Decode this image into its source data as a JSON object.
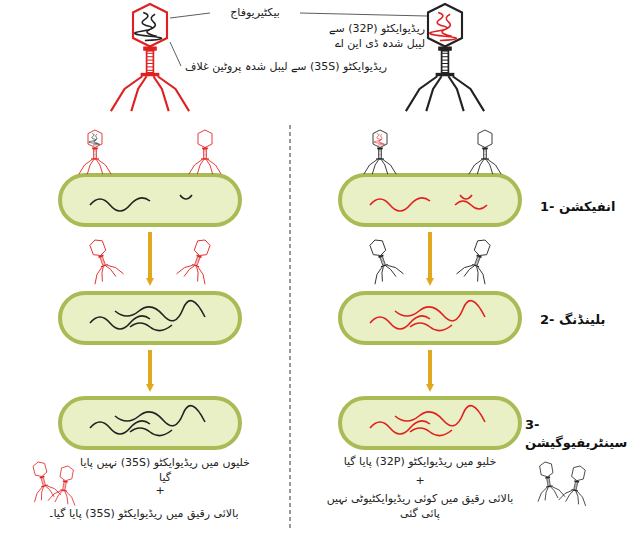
{
  "diagram": {
    "labels": [
      "بیکٹیریوفاج",
      "ریڈیوایکٹو (32P) سے لیبل شدہ ڈی این اے",
      "ریڈیوایکٹو (35S) سے لیبل شدہ پروٹین غلاف",
      "1- انفیکشن",
      "2- بلینڈنگ",
      "3- سینٹریفیوگیشن",
      "خلیوں میں ریڈیوایکٹو (35S) نہیں پایا گیا",
      "+",
      "بالائی رقیق میں ریڈیوایکٹو (35S) پایا گیا۔",
      "خلیو میں ریڈیوایکٹو (32P) پایا گیا",
      "+",
      "بالائی رقیق میں کوئی ریڈیوایکٹیوٹی نہیں پائی گئی"
    ]
  }
}
